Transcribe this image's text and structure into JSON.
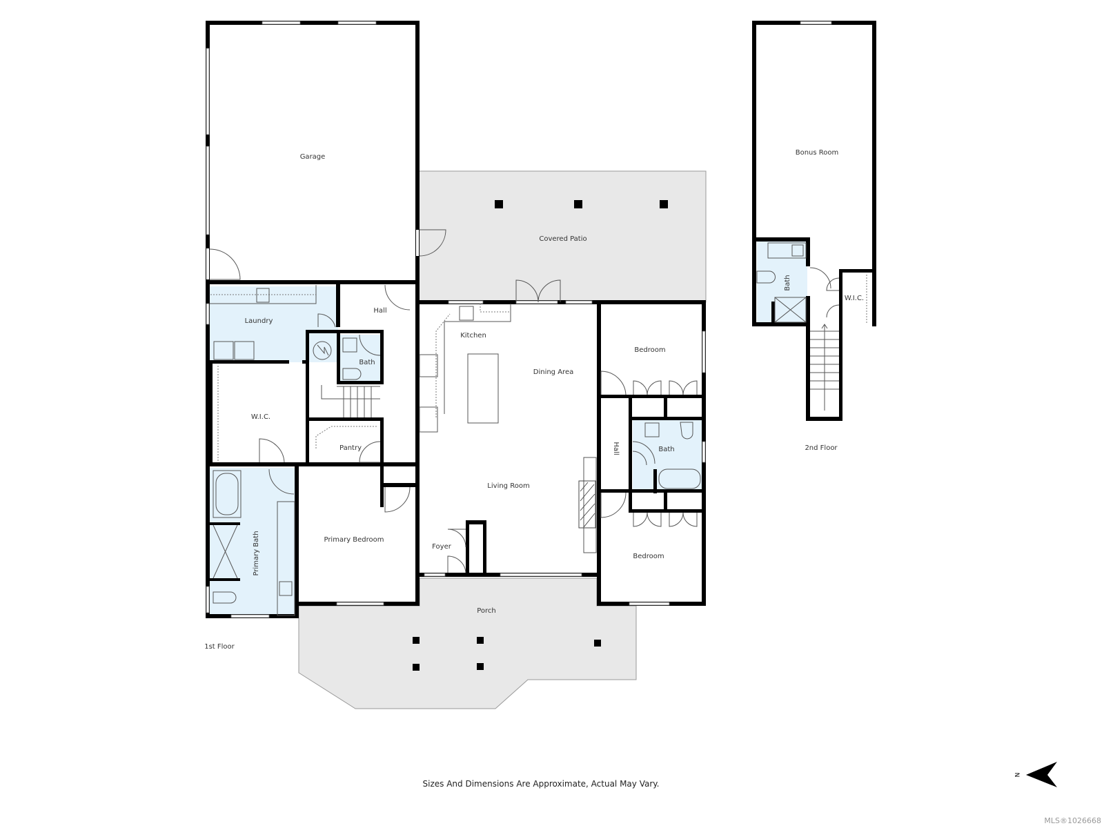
{
  "floor_plan": {
    "floors": [
      {
        "label": "1st Floor",
        "rooms": [
          {
            "name": "Garage"
          },
          {
            "name": "Covered Patio"
          },
          {
            "name": "Laundry"
          },
          {
            "name": "Hall"
          },
          {
            "name": "Bath"
          },
          {
            "name": "W.I.C."
          },
          {
            "name": "Pantry"
          },
          {
            "name": "Primary Bath"
          },
          {
            "name": "Primary Bedroom"
          },
          {
            "name": "Kitchen"
          },
          {
            "name": "Dining Area"
          },
          {
            "name": "Living Room"
          },
          {
            "name": "Foyer"
          },
          {
            "name": "Bedroom"
          },
          {
            "name": "Hall"
          },
          {
            "name": "Bath"
          },
          {
            "name": "Bedroom"
          },
          {
            "name": "Porch"
          }
        ]
      },
      {
        "label": "2nd Floor",
        "rooms": [
          {
            "name": "Bonus Room"
          },
          {
            "name": "Bath"
          },
          {
            "name": "W.I.C."
          }
        ]
      }
    ],
    "disclaimer": "Sizes And Dimensions Are Approximate, Actual May Vary.",
    "compass": {
      "label": "N",
      "icon": "north-arrow-icon"
    },
    "watermark": "MLS®1026668",
    "colors": {
      "wall": "#000000",
      "wet_room": "#e3f2fb",
      "outdoor": "#e8e8e8",
      "background": "#ffffff"
    }
  }
}
